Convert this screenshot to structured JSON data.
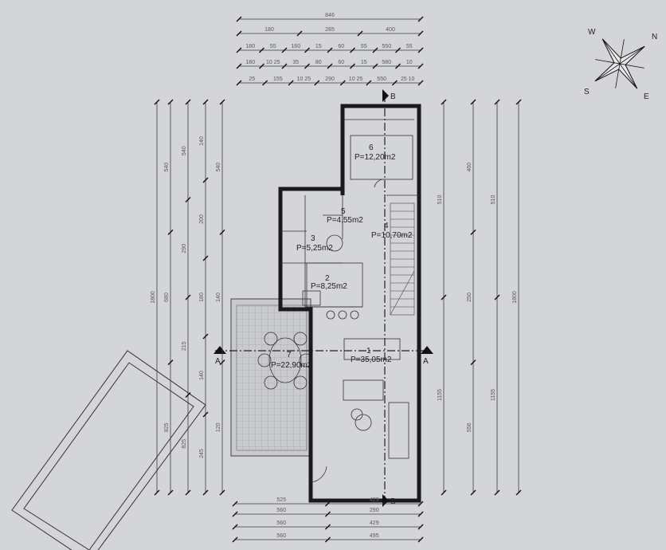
{
  "plan": {
    "rooms": [
      {
        "number": "1",
        "area": "P=35,05m2"
      },
      {
        "number": "2",
        "area": "P=8,25m2"
      },
      {
        "number": "3",
        "area": "P=5,25m2"
      },
      {
        "number": "4",
        "area": "P=10,70m2"
      },
      {
        "number": "5",
        "area": "P=4,55m2"
      },
      {
        "number": "6",
        "area": "P=12,20m2"
      },
      {
        "number": "7",
        "area": "P=22,90m2"
      }
    ],
    "section_markers": {
      "a": "A",
      "b": "B"
    },
    "compass": {
      "n": "N",
      "e": "E",
      "s": "S",
      "w": "W"
    },
    "dimensions": {
      "top": [
        [
          "846"
        ],
        [
          "180",
          "285",
          "400"
        ],
        [
          "180",
          "55",
          "160",
          "15",
          "60",
          "55",
          "550",
          "55"
        ],
        [
          "180",
          "10 25",
          "35",
          "80",
          "60",
          "15",
          "580",
          "10"
        ],
        [
          "25",
          "155",
          "10 25",
          "290",
          "10 25",
          "550",
          "25 10"
        ]
      ],
      "left": [
        [
          "1800"
        ],
        [
          "540",
          "680",
          "825"
        ],
        [
          "540",
          "290",
          "215",
          "825"
        ],
        [
          "140",
          "200",
          "180",
          "140",
          "245"
        ],
        [
          "540",
          "140",
          "120"
        ]
      ],
      "right": [
        [
          "510",
          "1155"
        ],
        [
          "460",
          "250",
          "556"
        ],
        [
          "510",
          "1155"
        ],
        [
          "1800"
        ]
      ],
      "bottom": [
        [
          "525",
          "429"
        ],
        [
          "560",
          "290"
        ],
        [
          "560",
          "429"
        ],
        [
          "560",
          "495"
        ]
      ]
    }
  }
}
